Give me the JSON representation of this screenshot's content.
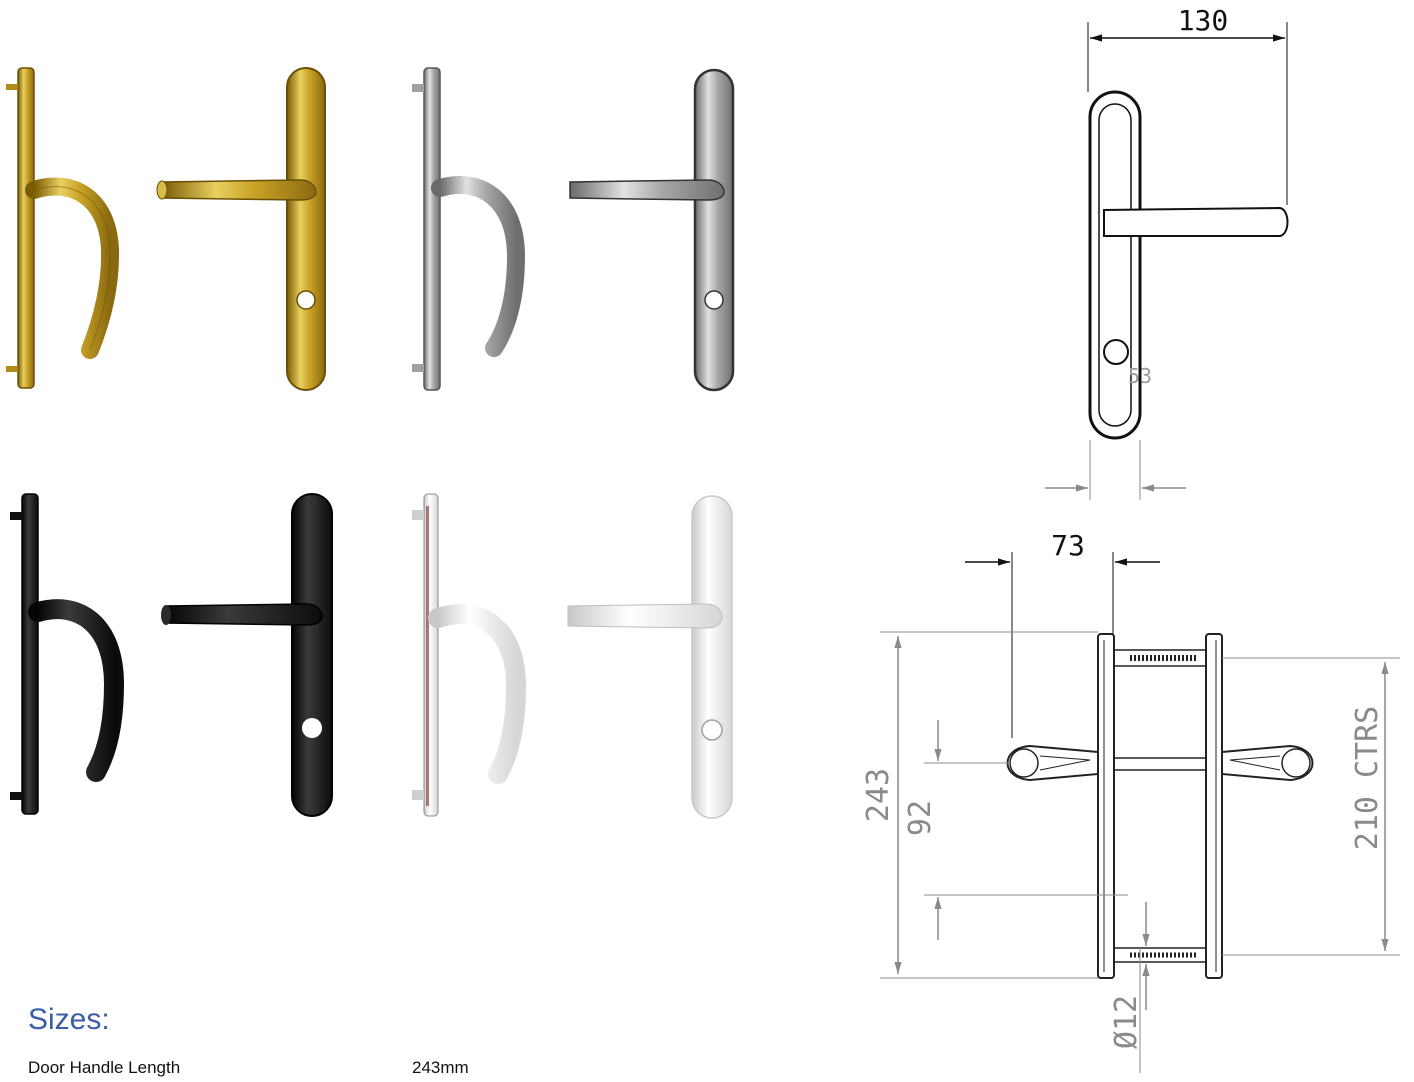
{
  "dimensions": {
    "width_top": "130",
    "hole_label": "53",
    "offset": "73",
    "length": "243",
    "lever_height": "92",
    "fixing_centres": "210 CTRS",
    "bolt_diameter": "Ø12"
  },
  "sizes": {
    "heading": "Sizes:",
    "rows": [
      {
        "label": "Door Handle Length",
        "value": "243mm"
      }
    ]
  },
  "finishes": [
    {
      "name": "gold",
      "plate": "#c9a227",
      "dark": "#7a5c05",
      "light": "#f3de7a"
    },
    {
      "name": "silver",
      "plate": "#a7a7a7",
      "dark": "#5e5e5e",
      "light": "#e4e4e4"
    },
    {
      "name": "black",
      "plate": "#1c1c1c",
      "dark": "#050505",
      "light": "#4a4a4a"
    },
    {
      "name": "white",
      "plate": "#f2f2f2",
      "dark": "#b9b9b9",
      "light": "#ffffff"
    }
  ]
}
